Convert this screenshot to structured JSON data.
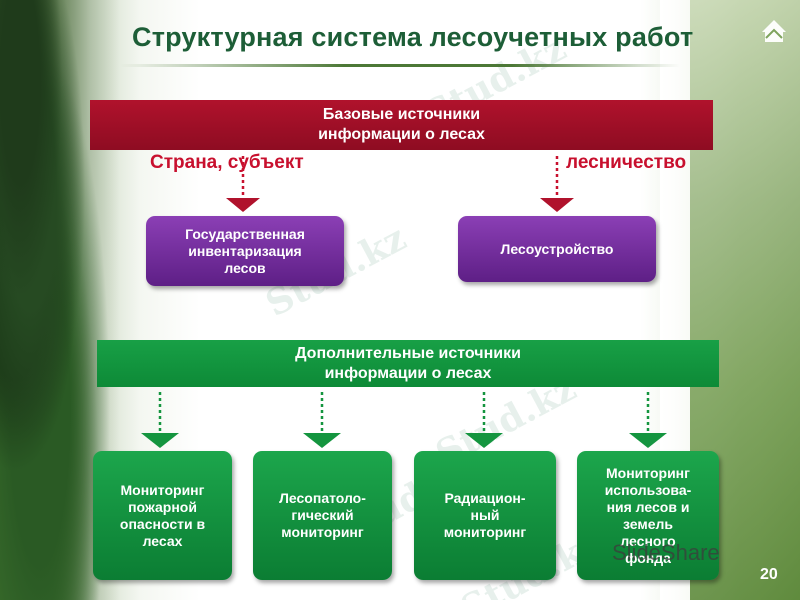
{
  "title": "Структурная система лесоучетных работ",
  "base_sources": {
    "line1": "Базовые источники",
    "line2": "информации о лесах",
    "left_label": "Страна, субъект",
    "right_label": "лесничество"
  },
  "purple_boxes": [
    {
      "lines": [
        "Государственная",
        "инвентаризация",
        "лесов"
      ]
    },
    {
      "lines": [
        "Лесоустройство"
      ]
    }
  ],
  "additional_sources": {
    "line1": "Дополнительные источники",
    "line2": "информации о лесах"
  },
  "green_boxes": [
    {
      "lines": [
        "Мониторинг",
        "пожарной",
        "опасности в",
        "лесах"
      ]
    },
    {
      "lines": [
        "Лесопатоло-",
        "гический",
        "мониторинг"
      ]
    },
    {
      "lines": [
        "Радиацион-",
        "ный",
        "мониторинг"
      ]
    },
    {
      "lines": [
        "Мониторинг",
        "использова-",
        "ния лесов и",
        "земель",
        "лесного",
        "фонда"
      ]
    }
  ],
  "watermark": "Stud.kz",
  "slideshare_label": "SlideShare",
  "page_number": "20",
  "colors": {
    "title": "#1d5e37",
    "red_banner": "#a3102a",
    "red_label": "#c8102e",
    "purple": "#7a34a6",
    "green": "#14953f"
  }
}
